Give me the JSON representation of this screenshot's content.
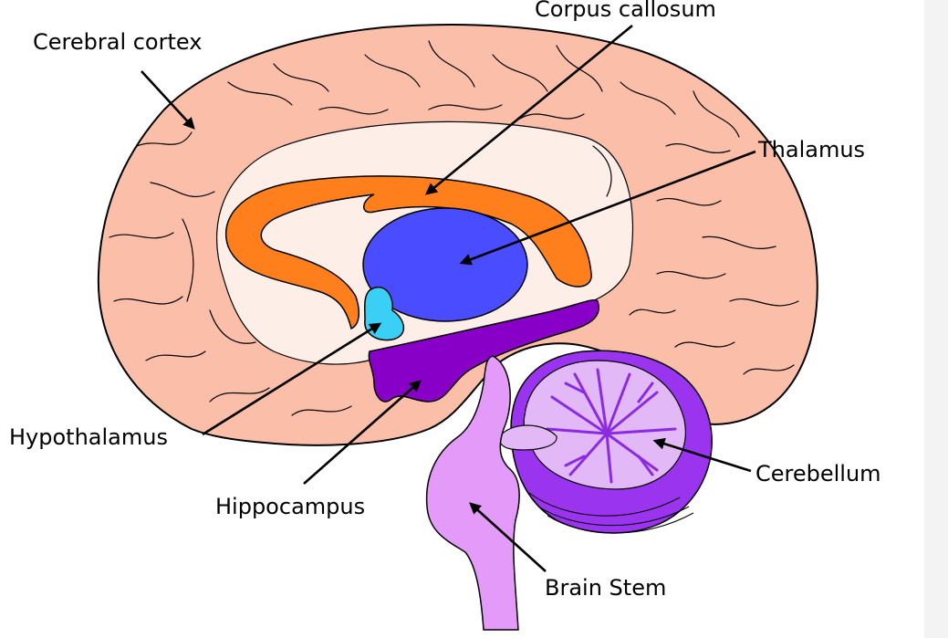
{
  "diagram": {
    "labels": {
      "cerebral_cortex": "Cerebral cortex",
      "corpus_callosum": "Corpus callosum",
      "thalamus": "Thalamus",
      "hypothalamus": "Hypothalamus",
      "hippocampus": "Hippocampus",
      "cerebellum": "Cerebellum",
      "brain_stem": "Brain Stem"
    },
    "colors": {
      "cortex": "#fbbfa9",
      "inner_region": "#fdeee8",
      "corpus_callosum": "#ff7f1c",
      "thalamus": "#4a4dff",
      "hypothalamus": "#3ad0f5",
      "hippocampus": "#8800c8",
      "cerebellum_outer": "#9b34ee",
      "cerebellum_inner": "#e2b8f7",
      "brain_stem": "#e39af8",
      "side_panel": "#f3f3f3"
    }
  }
}
